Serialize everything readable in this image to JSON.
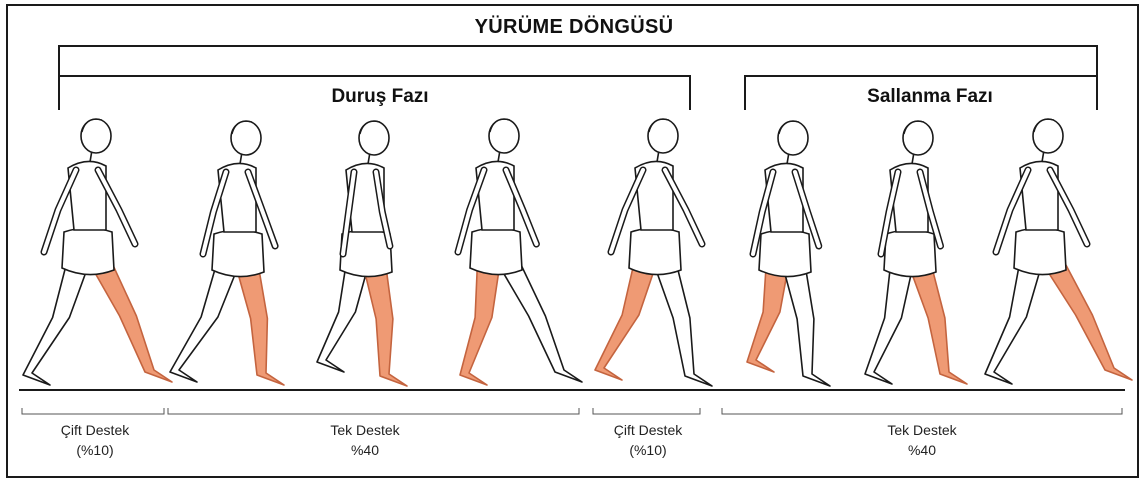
{
  "title": "YÜRÜME DÖNGÜSÜ",
  "phases": {
    "stance": "Duruş Fazı",
    "swing": "Sallanma Fazı"
  },
  "supports": [
    {
      "label": "Çift Destek",
      "value": "(%10)"
    },
    {
      "label": "Tek Destek",
      "value": "%40"
    },
    {
      "label": "Çift Destek",
      "value": "(%10)"
    },
    {
      "label": "Tek Destek",
      "value": "%40"
    }
  ],
  "figures": [
    {
      "name": "figure-heel-strike"
    },
    {
      "name": "figure-loading-response"
    },
    {
      "name": "figure-mid-stance"
    },
    {
      "name": "figure-terminal-stance"
    },
    {
      "name": "figure-pre-swing"
    },
    {
      "name": "figure-initial-swing"
    },
    {
      "name": "figure-mid-swing"
    },
    {
      "name": "figure-terminal-swing"
    }
  ],
  "colors": {
    "highlight_leg": "#ef9a74",
    "highlight_leg_stroke": "#c4643f",
    "line": "#1a1a1a"
  }
}
